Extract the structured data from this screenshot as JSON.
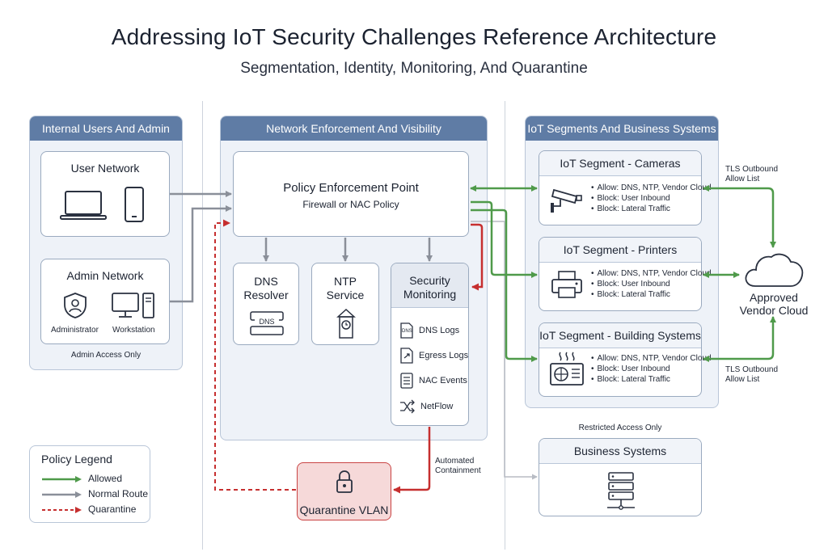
{
  "header": {
    "title": "Addressing IoT Security Challenges Reference Architecture",
    "subtitle": "Segmentation, Identity, Monitoring, And Quarantine"
  },
  "columns": {
    "internal": "Internal Users And Admin",
    "network": "Network Enforcement And Visibility",
    "iot": "IoT Segments And Business Systems"
  },
  "user_network": {
    "title": "User Network"
  },
  "admin_network": {
    "title": "Admin Network",
    "administrator": "Administrator",
    "workstation": "Workstation",
    "note": "Admin Access Only"
  },
  "pep": {
    "title": "Policy Enforcement Point",
    "subtitle": "Firewall or NAC Policy"
  },
  "dns": {
    "line1": "DNS",
    "line2": "Resolver",
    "badge": "DNS"
  },
  "ntp": {
    "line1": "NTP",
    "line2": "Service"
  },
  "monitoring": {
    "line1": "Security",
    "line2": "Monitoring",
    "items": [
      "DNS Logs",
      "Egress Logs",
      "NAC Events",
      "NetFlow"
    ],
    "dns_badge": "DNS"
  },
  "iot_segments": [
    {
      "title": "IoT Segment - Cameras",
      "rules": [
        "Allow: DNS, NTP, Vendor Cloud",
        "Block: User Inbound",
        "Block: Lateral Traffic"
      ]
    },
    {
      "title": "IoT Segment - Printers",
      "rules": [
        "Allow: DNS, NTP, Vendor Cloud",
        "Block: User Inbound",
        "Block: Lateral Traffic"
      ]
    },
    {
      "title": "IoT Segment - Building Systems",
      "rules": [
        "Allow: DNS, NTP, Vendor Cloud",
        "Block: User Inbound",
        "Block: Lateral Traffic"
      ]
    }
  ],
  "cloud": {
    "line1": "Approved",
    "line2": "Vendor Cloud",
    "tls_top_1": "TLS Outbound",
    "tls_top_2": "Allow List",
    "tls_bottom_1": "TLS Outbound",
    "tls_bottom_2": "Allow List"
  },
  "business": {
    "note": "Restricted Access Only",
    "title": "Business Systems"
  },
  "quarantine": {
    "title": "Quarantine VLAN",
    "containment_1": "Automated",
    "containment_2": "Containment"
  },
  "legend": {
    "title": "Policy Legend",
    "items": [
      "Allowed",
      "Normal Route",
      "Quarantine"
    ]
  },
  "colors": {
    "allowed": "#4f9a4a",
    "normal": "#8a8f99",
    "quarantine": "#c62f2f",
    "header": "#5f7ca5"
  }
}
